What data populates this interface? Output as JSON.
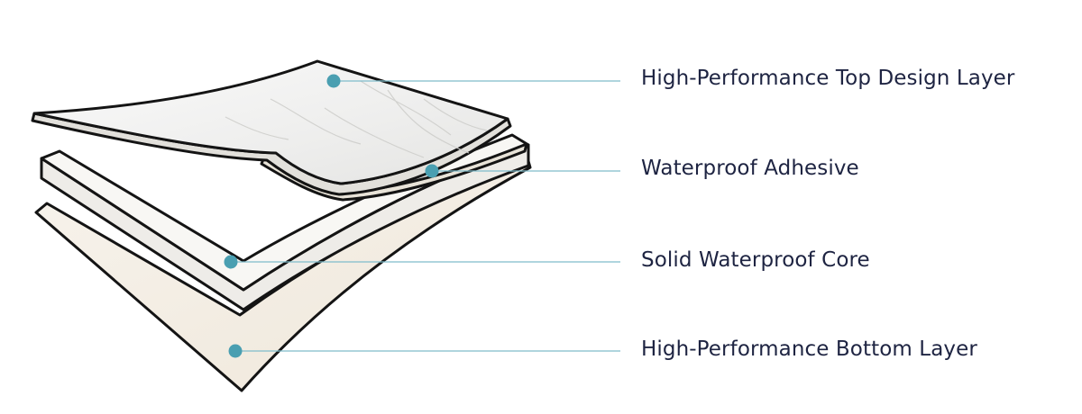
{
  "layers": [
    {
      "label": "High-Performance Top Design Layer"
    },
    {
      "label": "Waterproof Adhesive"
    },
    {
      "label": "Solid Waterproof Core"
    },
    {
      "label": "High-Performance Bottom Layer"
    }
  ],
  "colors": {
    "outline": "#141414",
    "marker": "#4a9fb1",
    "leader_line": "#7fbccb",
    "label_text": "#1e2442",
    "top_layer_fill": "#efefee",
    "adhesive_fill": "#e8e3d8",
    "core_fill": "#f6f5f2",
    "bottom_layer_fill": "#f4efe6"
  }
}
